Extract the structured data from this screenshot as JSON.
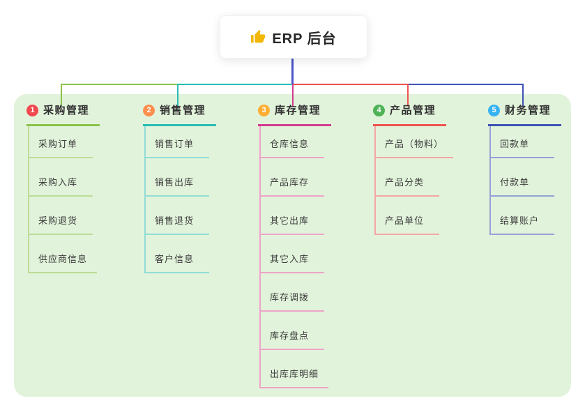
{
  "canvas": {
    "bg": "#ffffff",
    "panel_bg": "#e2f3db"
  },
  "root": {
    "label": "ERP 后台",
    "icon": "thumbs-up-icon",
    "icon_color": "#f2b705",
    "line_color": "#4a55c8"
  },
  "branches": [
    {
      "num": "1",
      "label": "采购管理",
      "badge_color": "#f0484f",
      "line_color": "#8bc34a",
      "child_line_color": "#bcdc96",
      "children": [
        "采购订单",
        "采购入库",
        "采购退货",
        "供应商信息"
      ]
    },
    {
      "num": "2",
      "label": "销售管理",
      "badge_color": "#ff8f4d",
      "line_color": "#27bdb5",
      "child_line_color": "#92dcd6",
      "children": [
        "销售订单",
        "销售出库",
        "销售退货",
        "客户信息"
      ]
    },
    {
      "num": "3",
      "label": "库存管理",
      "badge_color": "#ffae33",
      "line_color": "#d23c8e",
      "child_line_color": "#eda4c9",
      "children": [
        "仓库信息",
        "产品库存",
        "其它出库",
        "其它入库",
        "库存调拨",
        "库存盘点",
        "出库库明细"
      ]
    },
    {
      "num": "4",
      "label": "产品管理",
      "badge_color": "#4db356",
      "line_color": "#ef5350",
      "child_line_color": "#f3a7a4",
      "children": [
        "产品（物料）",
        "产品分类",
        "产品单位"
      ]
    },
    {
      "num": "5",
      "label": "财务管理",
      "badge_color": "#38b3f2",
      "line_color": "#4053b4",
      "child_line_color": "#95a0d6",
      "children": [
        "回款单",
        "付款单",
        "结算账户"
      ]
    }
  ]
}
